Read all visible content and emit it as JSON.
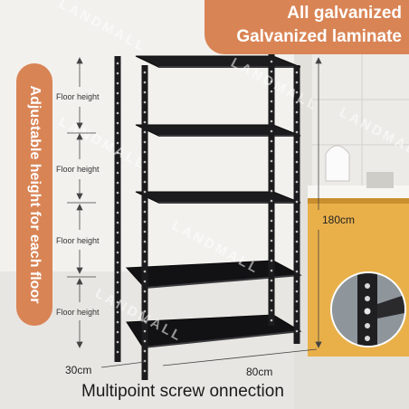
{
  "banner": {
    "line1": "All galvanized",
    "line2": "Galvanized laminate"
  },
  "side_label": "Adjustable height for each floor",
  "floor_labels": [
    "Floor height",
    "Floor height",
    "Floor height",
    "Floor height"
  ],
  "dimensions": {
    "height": "180cm",
    "depth": "30cm",
    "width": "80cm"
  },
  "caption": "Multipoint screw onnection",
  "watermark": "LANDMALL",
  "colors": {
    "accent": "#d98455",
    "shelf": "#1c1c1e",
    "counter": "#e9b04a"
  }
}
